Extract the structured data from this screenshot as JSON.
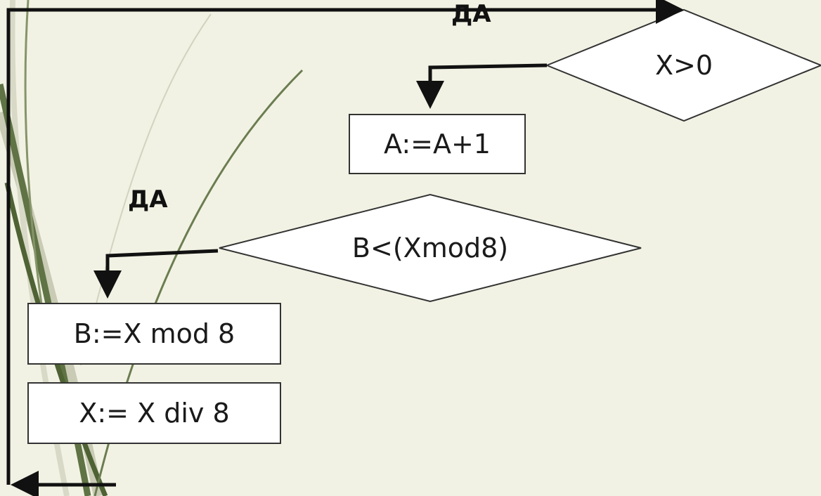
{
  "nodes": {
    "decision_x_positive": "X>0",
    "process_increment_a": "A:=A+1",
    "decision_b_less_mod": "B<(Xmod8)",
    "process_assign_b": "B:=X mod 8",
    "process_divide_x": "X:= X div 8"
  },
  "edge_labels": {
    "top_yes": "ДА",
    "mid_yes": "ДА"
  },
  "colors": {
    "background": "#f2f2e4",
    "line": "#111111",
    "box_fill": "#ffffff",
    "grass": "#5f7344"
  }
}
